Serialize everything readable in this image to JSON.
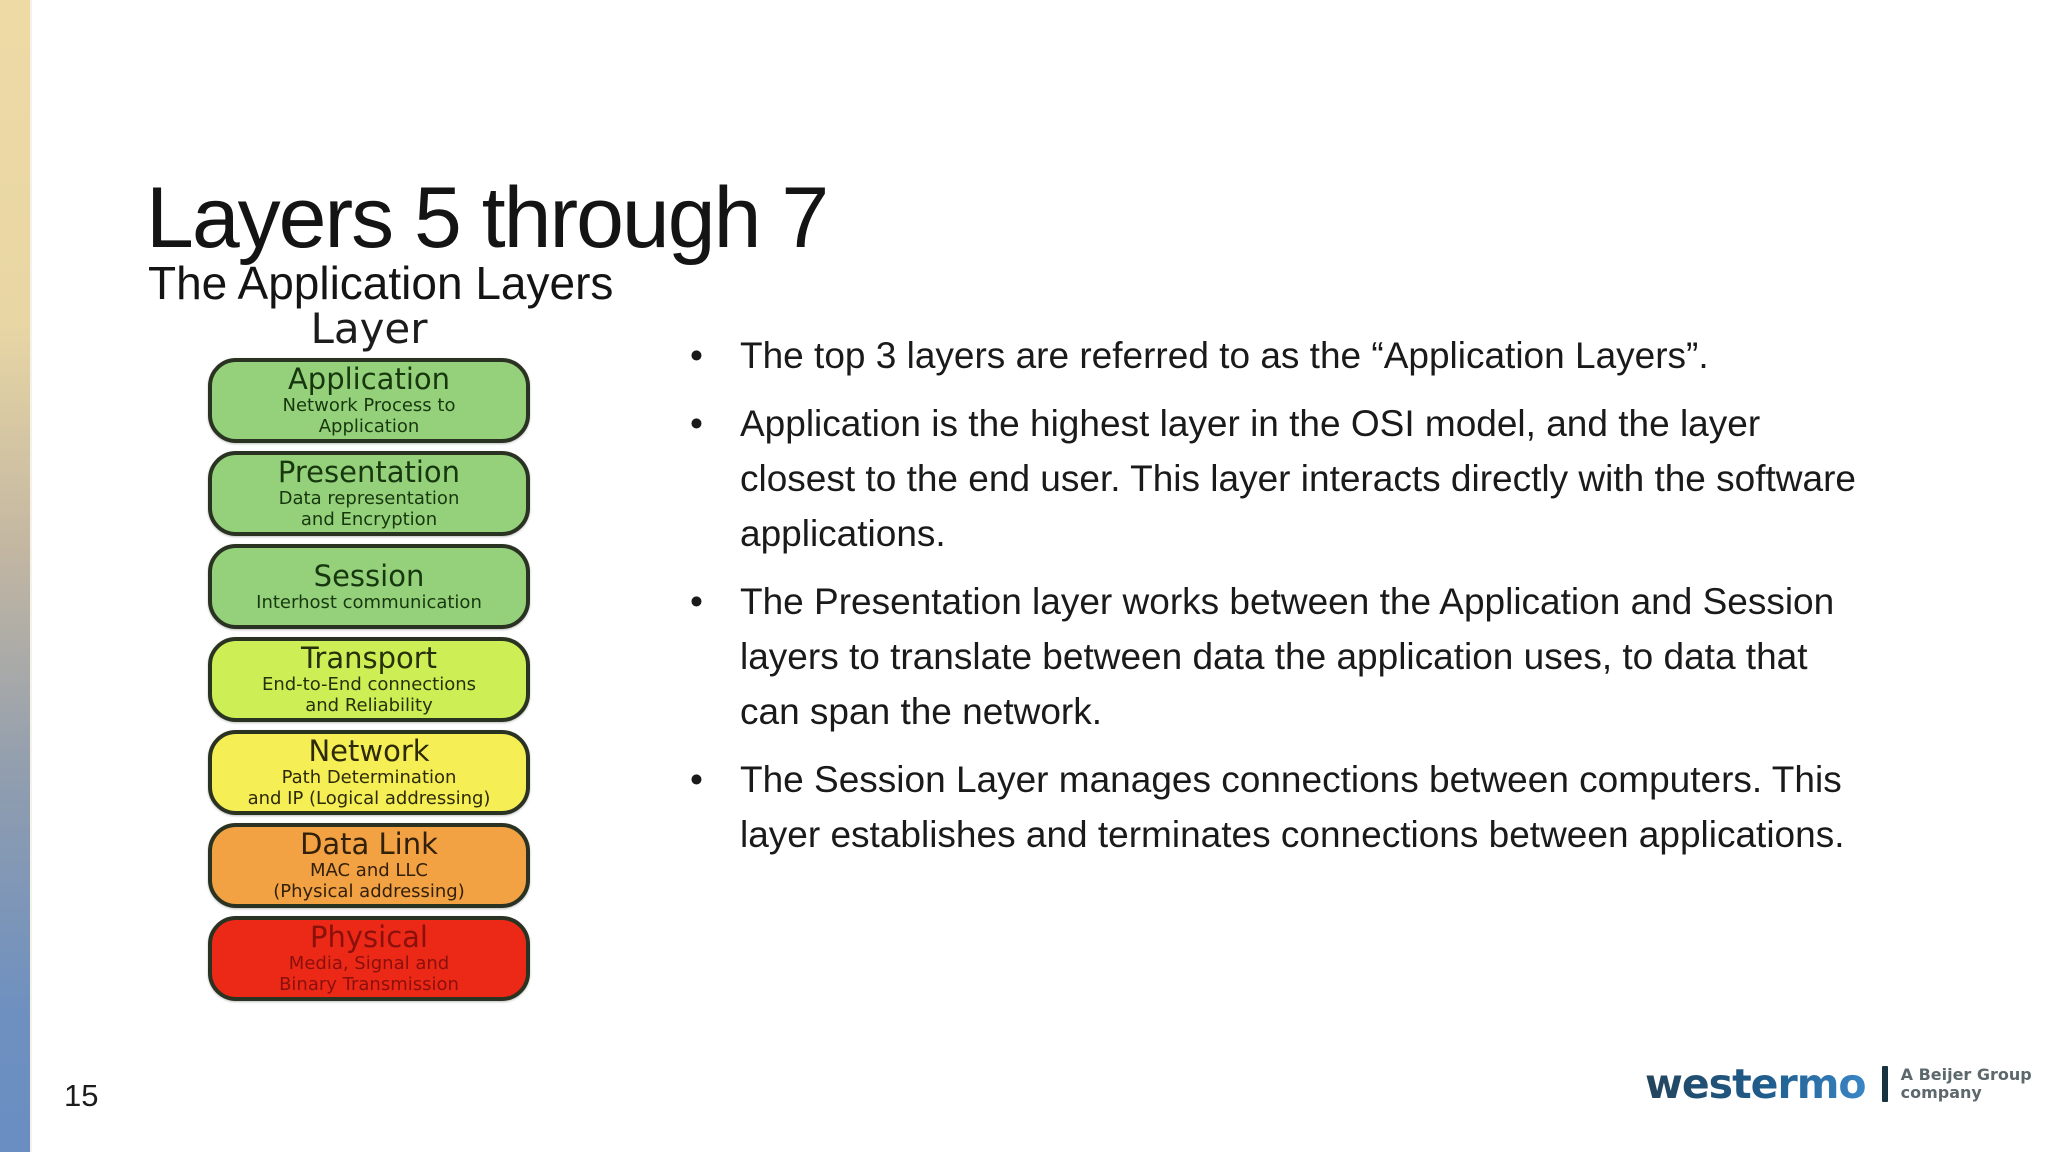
{
  "slide": {
    "title": "Layers 5 through 7",
    "subtitle": "The Application Layers",
    "page_number": "15",
    "background_color": "#ffffff",
    "accent_bar_colors": [
      "#eedaa5",
      "#c2b6a2",
      "#6a8ec2"
    ]
  },
  "diagram": {
    "header": "Layer",
    "border_color": "#2a3222",
    "layers": [
      {
        "name": "Application",
        "description": "Network Process to\nApplication",
        "fill": "#95d17b",
        "text_color": "#17380f"
      },
      {
        "name": "Presentation",
        "description": "Data representation\nand Encryption",
        "fill": "#95d17b",
        "text_color": "#17380f"
      },
      {
        "name": "Session",
        "description": "Interhost communication",
        "fill": "#95d17b",
        "text_color": "#17380f"
      },
      {
        "name": "Transport",
        "description": "End-to-End connections\nand Reliability",
        "fill": "#cdee55",
        "text_color": "#273009"
      },
      {
        "name": "Network",
        "description": "Path Determination\nand IP (Logical addressing)",
        "fill": "#f6ee55",
        "text_color": "#2d2a08"
      },
      {
        "name": "Data Link",
        "description": "MAC and LLC\n(Physical addressing)",
        "fill": "#f2a243",
        "text_color": "#33200a"
      },
      {
        "name": "Physical",
        "description": "Media, Signal and\nBinary Transmission",
        "fill": "#ec2817",
        "text_color": "#8a100c"
      }
    ]
  },
  "bullets": [
    "The top 3 layers are referred to as the “Application Layers”.",
    "Application is the highest layer in the OSI model, and the layer closest to the end user. This layer interacts directly with the software applications.",
    "The Presentation layer works between the Application and Session layers to translate between data the application uses, to data that can span the network.",
    "The Session Layer manages connections between computers. This layer establishes and terminates connections between applications."
  ],
  "footer": {
    "logo_text": "westermo",
    "tagline_line1": "A Beijer Group",
    "tagline_line2": "company"
  }
}
